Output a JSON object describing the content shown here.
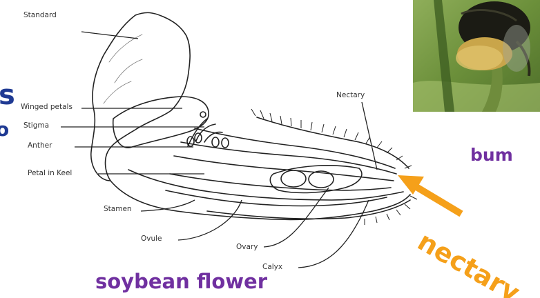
{
  "diagram": {
    "labels": {
      "standard": "Standard",
      "winged_petals": "Winged petals",
      "stigma": "Stigma",
      "anther": "Anther",
      "petal_in_keel": "Petal in Keel",
      "stamen": "Stamen",
      "ovule": "Ovule",
      "ovary": "Ovary",
      "calyx": "Calyx",
      "nectary": "Nectary"
    }
  },
  "slide": {
    "left_partial_1": "s",
    "left_partial_2": "o",
    "bee_caption_partial": "bum",
    "soybean_caption": "soybean flower",
    "nectary_callout": "nectary",
    "colors": {
      "caption_purple": "#7030a0",
      "left_text_blue": "#1f3a93",
      "nectary_orange": "#f5a01a"
    }
  },
  "photo": {
    "subject": "bumblebee-photo"
  }
}
